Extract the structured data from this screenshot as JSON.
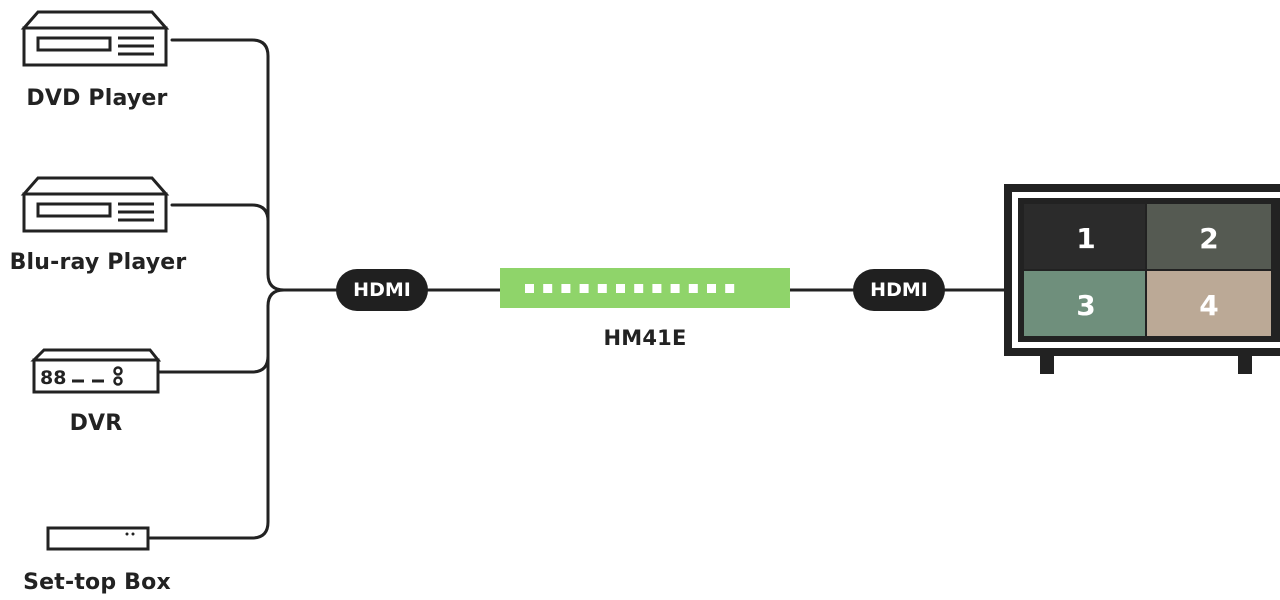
{
  "devices": [
    {
      "label": "DVD Player",
      "icon": "dvd-player-icon"
    },
    {
      "label": "Blu-ray Player",
      "icon": "bluray-player-icon"
    },
    {
      "label": "DVR",
      "icon": "dvr-icon"
    },
    {
      "label": "Set-top Box",
      "icon": "set-top-box-icon"
    }
  ],
  "connectors": {
    "input_label": "HDMI",
    "output_label": "HDMI"
  },
  "switcher": {
    "label": "HM41E",
    "color": "#8fd46a",
    "led_color": "#ffffff"
  },
  "display": {
    "icon": "tv-display-icon",
    "quadrants": [
      {
        "label": "1",
        "color": "#2b2b2b"
      },
      {
        "label": "2",
        "color": "#555a52"
      },
      {
        "label": "3",
        "color": "#6f8f7c"
      },
      {
        "label": "4",
        "color": "#bba996"
      }
    ]
  },
  "line_color": "#222222"
}
